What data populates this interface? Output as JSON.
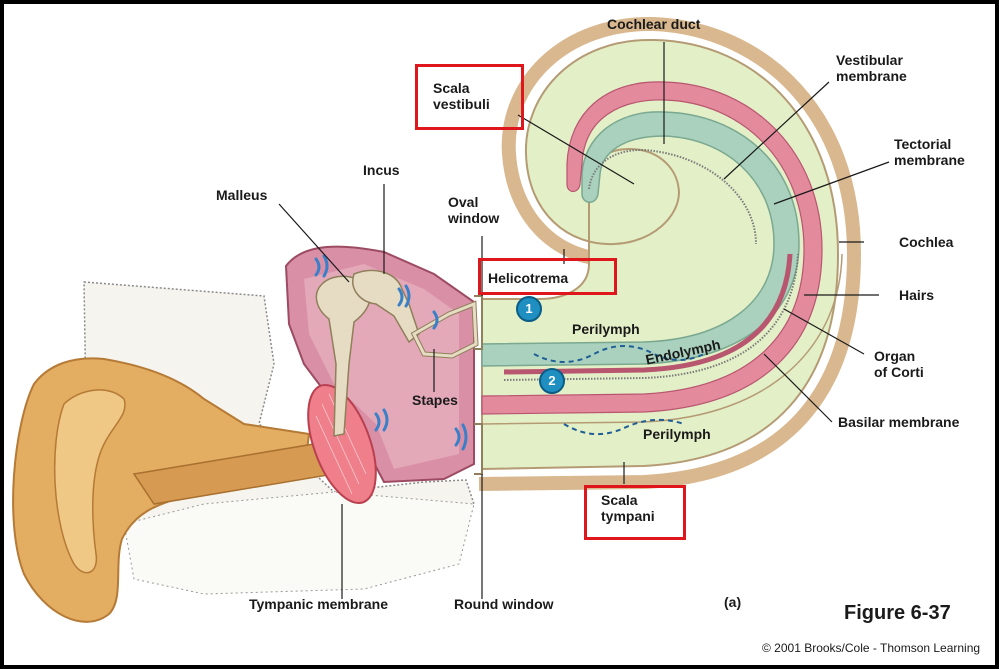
{
  "labels": {
    "cochlear_duct": "Cochlear duct",
    "vestibular_membrane": "Vestibular\nmembrane",
    "tectorial_membrane": "Tectorial\nmembrane",
    "cochlea": "Cochlea",
    "hairs": "Hairs",
    "organ_of_corti": "Organ\nof Corti",
    "basilar_membrane": "Basilar membrane",
    "scala_vestibuli": "Scala\nvestibuli",
    "scala_tympani": "Scala\ntympani",
    "helicotrema": "Helicotrema",
    "incus": "Incus",
    "malleus": "Malleus",
    "oval_window": "Oval\nwindow",
    "stapes": "Stapes",
    "tympanic_membrane": "Tympanic membrane",
    "round_window": "Round window",
    "perilymph_upper": "Perilymph",
    "perilymph_lower": "Perilymph",
    "endolymph": "Endolymph"
  },
  "badges": {
    "one": "1",
    "two": "2"
  },
  "panel_label": "(a)",
  "figure_label": "Figure 6-37",
  "credit": "© 2001 Brooks/Cole - Thomson Learning",
  "colors": {
    "highlight_box": "#e0161d",
    "perilymph_fill": "#e3efc7",
    "endolymph_fill": "#a9d1bd",
    "membrane_pink": "#e38a9c",
    "tissue_pink": "#d98fa6",
    "ear_skin": "#e3ad62",
    "bone": "#e6dcc4",
    "badge_blue": "#1e8fc0"
  }
}
